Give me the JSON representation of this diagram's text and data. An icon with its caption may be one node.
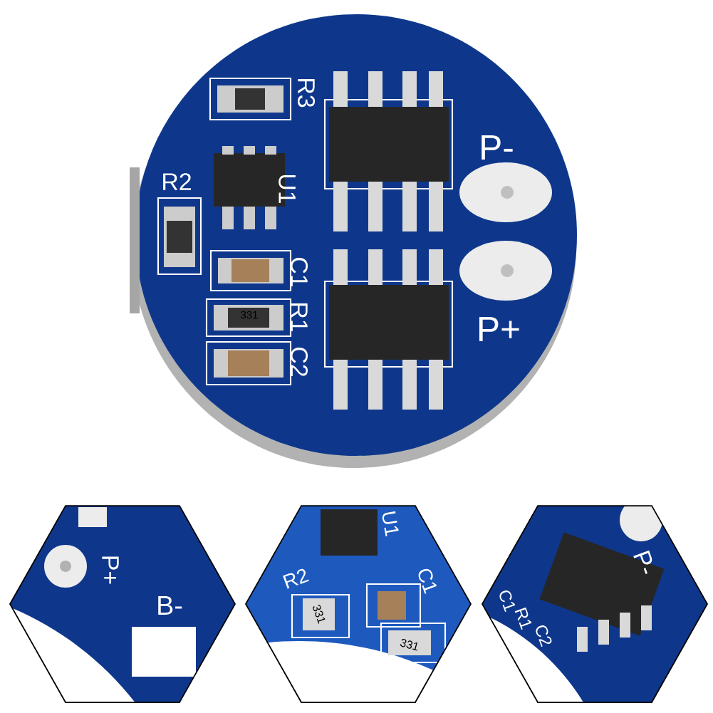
{
  "diagram": {
    "labels": [
      "R3",
      "R2",
      "U1",
      "C1",
      "R1",
      "C2",
      "P-",
      "P+",
      "331",
      "P+",
      "B-",
      "U1",
      "R2",
      "331",
      "C1",
      "331",
      "P-",
      "C1",
      "R1",
      "C2"
    ]
  }
}
